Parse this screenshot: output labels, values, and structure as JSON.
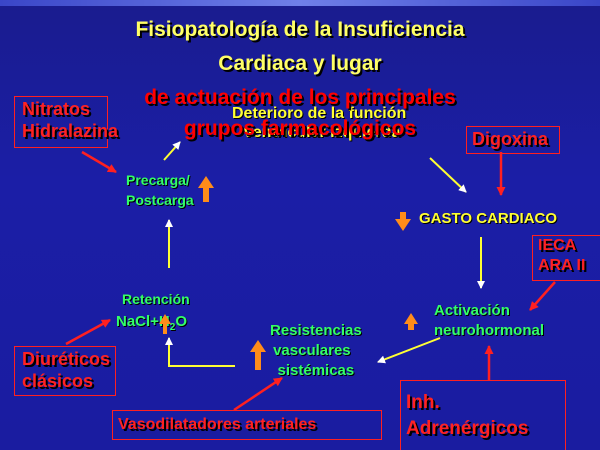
{
  "title": {
    "line1": "Fisiopatología de la Insuficiencia",
    "line2": "Cardiaca  y lugar",
    "line3": "de actuación de los principales",
    "line4": "grupos farmacológicos"
  },
  "deterioro": {
    "line1": "Deterioro de la función",
    "line2": "ventricular  izquierda"
  },
  "precarga": {
    "line1": "Precarga/",
    "line2": "Postcarga"
  },
  "gasto": "GASTO CARDIACO",
  "activacion": {
    "line1": "Activación",
    "line2": "neurohormonal"
  },
  "retencion": {
    "line1": "Retención",
    "line2_pre": "NaCl+H",
    "line2_sub": "2",
    "line2_post": "O"
  },
  "resistencias": {
    "line1": "Resistencias",
    "line2": "vasculares",
    "line3": "sistémicas"
  },
  "drugs": {
    "nitratos": {
      "line1": "Nitratos",
      "line2": "Hidralazina"
    },
    "digoxina": "Digoxina",
    "ieca": {
      "line1": "IECA",
      "line2": "ARA II"
    },
    "diureticos": {
      "line1": "Diuréticos",
      "line2": "clásicos"
    },
    "vasodilatadores": "Vasodilatadores arteriales",
    "inh": {
      "line1": "Inh.",
      "line2": "Adrenérgicos"
    }
  },
  "colors": {
    "background": "#1b1ea6",
    "title": "#ffff66",
    "drug": "#ff2222",
    "flow_text": "#ffff33",
    "physio_text": "#33ff66",
    "up_arrow": "#ff8c1a"
  }
}
